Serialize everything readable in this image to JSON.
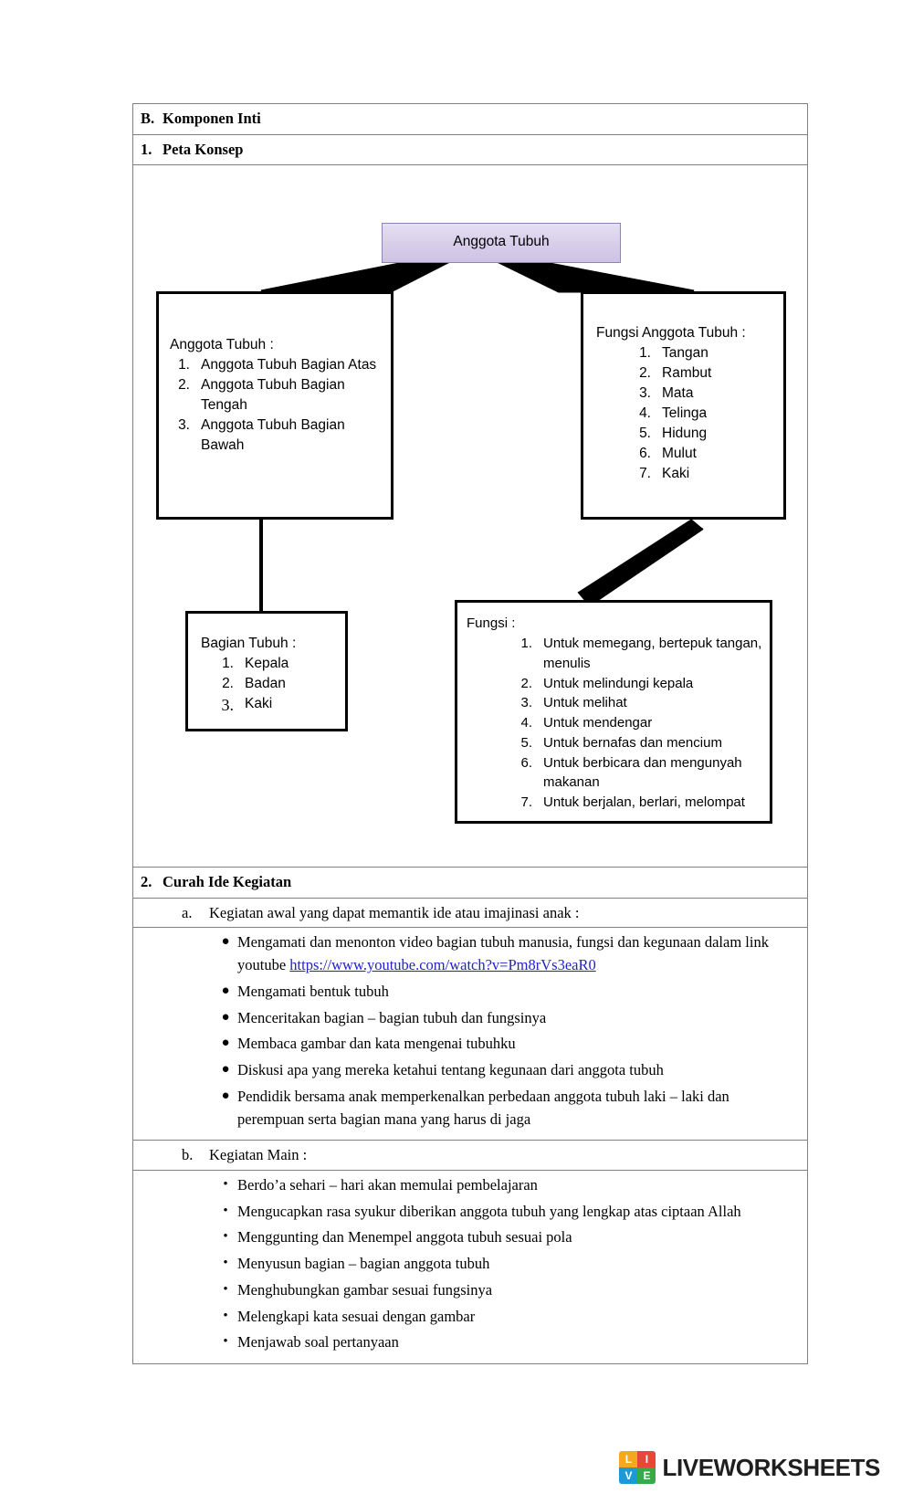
{
  "section_b": {
    "letter": "B.",
    "title": "Komponen Inti"
  },
  "peta_konsep": {
    "number": "1.",
    "title": "Peta Konsep",
    "root_node": {
      "label": "Anggota Tubuh"
    },
    "nodes": [
      {
        "id": "anggota-tubuh",
        "title": "Anggota Tubuh :",
        "items": [
          "Anggota Tubuh Bagian Atas",
          "Anggota Tubuh Bagian Tengah",
          "Anggota Tubuh Bagian Bawah"
        ]
      },
      {
        "id": "fungsi-anggota-tubuh",
        "title": "Fungsi Anggota Tubuh :",
        "items": [
          "Tangan",
          "Rambut",
          "Mata",
          "Telinga",
          "Hidung",
          "Mulut",
          "Kaki"
        ]
      },
      {
        "id": "bagian-tubuh",
        "title": "Bagian Tubuh :",
        "items": [
          "Kepala",
          "Badan",
          "Kaki"
        ]
      },
      {
        "id": "fungsi",
        "title": "Fungsi :",
        "items": [
          "Untuk memegang, bertepuk tangan, menulis",
          "Untuk melindungi kepala",
          "Untuk melihat",
          "Untuk mendengar",
          "Untuk bernafas dan mencium",
          "Untuk berbicara dan mengunyah makanan",
          "Untuk berjalan, berlari, melompat"
        ]
      }
    ]
  },
  "curah_ide": {
    "number": "2.",
    "title": "Curah Ide Kegiatan",
    "sub_a": {
      "letter": "a.",
      "title": "Kegiatan awal yang dapat memantik ide atau imajinasi anak :",
      "bullet": "●",
      "items": [
        {
          "text_before": "Mengamati dan menonton video bagian tubuh manusia, fungsi dan kegunaan dalam link youtube ",
          "link": "https://www.youtube.com/watch?v=Pm8rVs3eaR0",
          "text_after": ""
        },
        {
          "text_before": "Mengamati bentuk tubuh",
          "link": "",
          "text_after": ""
        },
        {
          "text_before": "Menceritakan bagian – bagian tubuh dan fungsinya",
          "link": "",
          "text_after": ""
        },
        {
          "text_before": "Membaca gambar dan kata mengenai tubuhku",
          "link": "",
          "text_after": ""
        },
        {
          "text_before": "Diskusi apa yang mereka ketahui tentang kegunaan dari anggota tubuh",
          "link": "",
          "text_after": ""
        },
        {
          "text_before": "Pendidik bersama anak memperkenalkan perbedaan anggota tubuh laki – laki dan perempuan serta bagian mana yang harus di jaga",
          "link": "",
          "text_after": ""
        }
      ]
    },
    "sub_b": {
      "letter": "b.",
      "title": "Kegiatan Main  :",
      "bullet": "•",
      "items": [
        "Berdo’a sehari – hari akan memulai pembelajaran",
        "Mengucapkan rasa syukur diberikan anggota tubuh yang lengkap atas ciptaan Allah",
        "Menggunting dan Menempel anggota tubuh sesuai pola",
        "Menyusun bagian – bagian anggota tubuh",
        "Menghubungkan gambar sesuai fungsinya",
        "Melengkapi kata sesuai dengan gambar",
        "Menjawab soal pertanyaan"
      ]
    }
  },
  "footer": {
    "logo_letters": [
      "L",
      "I",
      "V",
      "E"
    ],
    "wordmark": "LIVEWORKSHEETS"
  },
  "colors": {
    "root_node_fill": "#d7cdea",
    "root_node_border": "#8f82b5",
    "node_border": "#000000",
    "table_border": "#808080",
    "link": "#2222cc",
    "logo_orange": "#f4a81d",
    "logo_red": "#e8463a",
    "logo_blue": "#1b9ad6",
    "logo_green": "#3aa94a"
  }
}
